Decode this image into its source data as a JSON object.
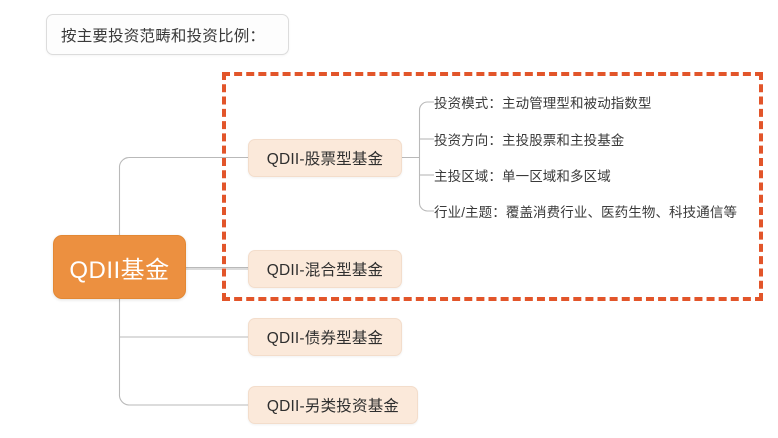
{
  "caption": {
    "text": "按主要投资范畴和投资比例："
  },
  "colors": {
    "root_fill": "#ec9040",
    "root_text": "#ffffff",
    "branch_fill": "#fbe9da",
    "branch_border": "#f3ddcb",
    "dashed_highlight": "#e2552a",
    "connector": "#b9b9b9",
    "page_background": "#ffffff",
    "caption_border": "#dcdcdc"
  },
  "diagram": {
    "type": "mindmap",
    "root": {
      "label": "QDII基金"
    },
    "branches": [
      {
        "label": "QDII-股票型基金",
        "highlighted": true,
        "children": [
          {
            "label": "投资模式：主动管理型和被动指数型"
          },
          {
            "label": "投资方向：主投股票和主投基金"
          },
          {
            "label": "主投区域：单一区域和多区域"
          },
          {
            "label": "行业/主题：覆盖消费行业、医药生物、科技通信等"
          }
        ]
      },
      {
        "label": "QDII-混合型基金",
        "highlighted": true,
        "children": []
      },
      {
        "label": "QDII-债券型基金",
        "highlighted": false,
        "children": []
      },
      {
        "label": "QDII-另类投资基金",
        "highlighted": false,
        "children": []
      }
    ],
    "highlight_region": {
      "note": "dashed orange rectangle enclosing QDII-股票型基金 and QDII-混合型基金 subtrees"
    }
  }
}
